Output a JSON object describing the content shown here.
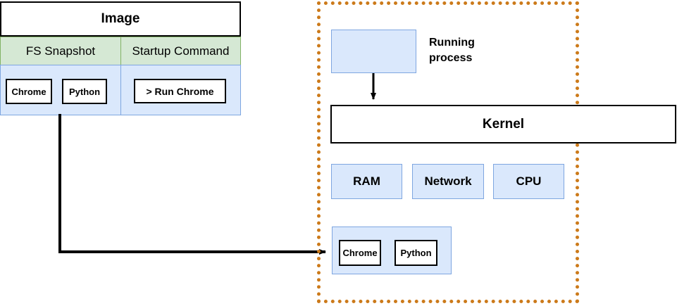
{
  "diagram": {
    "colors": {
      "green_fill": "#d5e8d4",
      "green_stroke": "#82b366",
      "blue_fill": "#dae8fc",
      "blue_stroke": "#7ea6e0",
      "white_fill": "#ffffff",
      "black_stroke": "#000000",
      "orange_dotted": "#cc7a1a"
    },
    "image_card": {
      "title": "Image",
      "columns": [
        {
          "header": "FS Snapshot",
          "items": [
            "Chrome",
            "Python"
          ]
        },
        {
          "header": "Startup Command",
          "items": [
            "> Run Chrome"
          ]
        }
      ]
    },
    "sandbox": {
      "process": {
        "label": "Running\nprocess",
        "line1": "Running",
        "line2": "process"
      },
      "kernel": {
        "label": "Kernel"
      },
      "resources": [
        "RAM",
        "Network",
        "CPU"
      ],
      "apps": [
        "Chrome",
        "Python"
      ]
    },
    "connectors": [
      {
        "from": "FS Snapshot",
        "to": "apps container",
        "style": "elbow-arrow"
      },
      {
        "from": "Running process",
        "to": "Kernel",
        "style": "straight-arrow-down"
      }
    ]
  }
}
